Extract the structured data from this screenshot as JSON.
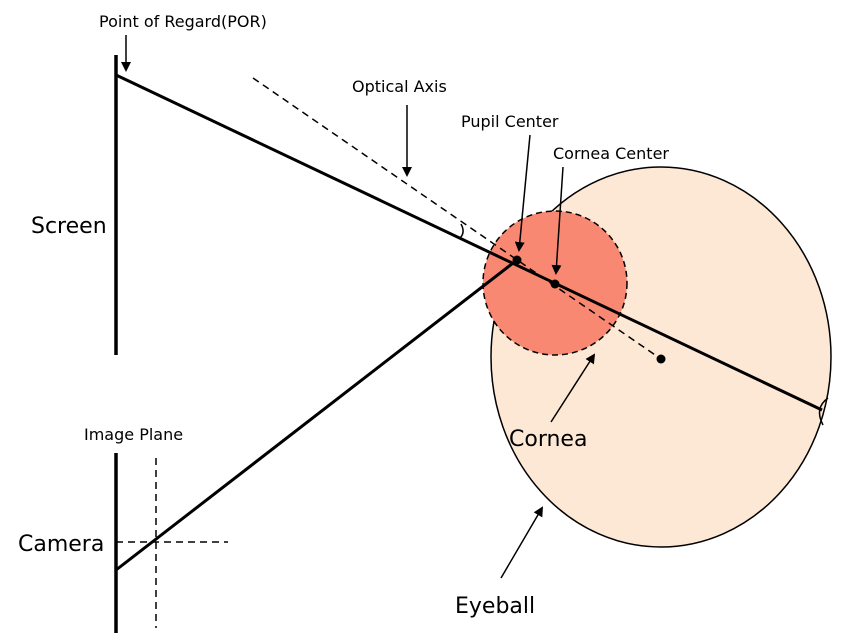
{
  "labels": {
    "por": "Point of Regard(POR)",
    "optical_axis": "Optical Axis",
    "pupil_center": "Pupil Center",
    "cornea_center": "Cornea Center",
    "screen": "Screen",
    "image_plane": "Image Plane",
    "camera": "Camera",
    "cornea": "Cornea",
    "eyeball": "Eyeball"
  },
  "colors": {
    "eyeball_fill": "#fde8d5",
    "cornea_fill": "#f98873",
    "stroke": "#000000"
  }
}
